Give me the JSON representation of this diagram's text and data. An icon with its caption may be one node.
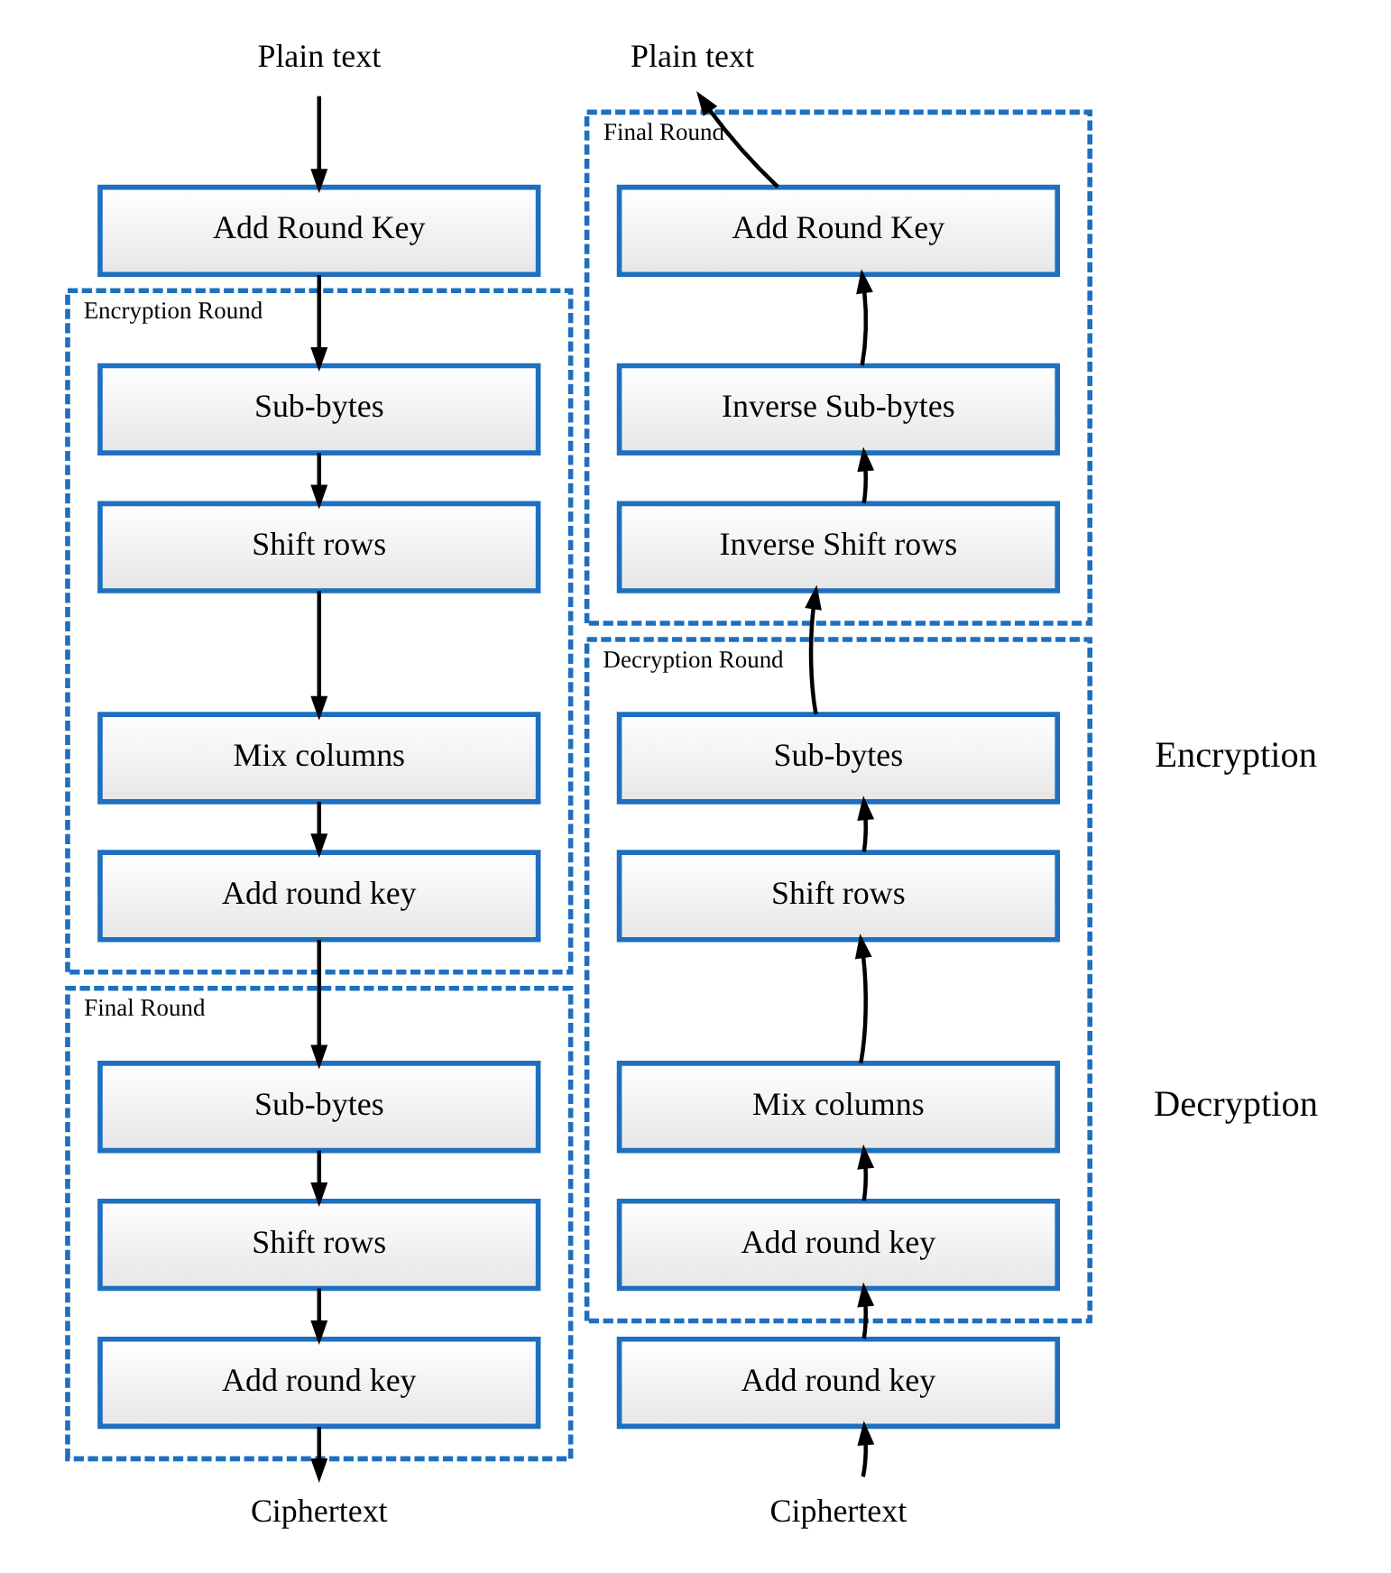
{
  "diagram": {
    "nodes": [
      {
        "text": [
          "Plain text"
        ]
      },
      {
        "text": [
          "Add Round Key"
        ]
      },
      {
        "text": [
          "Encryption Round"
        ]
      },
      {
        "text": [
          "Sub-bytes"
        ],
        "in": 2
      },
      {
        "text": [
          "Shift rows"
        ],
        "in": 2
      },
      {
        "text": [
          "Mix columns"
        ],
        "in": 2
      },
      {
        "text": [
          "Add round key"
        ],
        "in": 2
      },
      {
        "text": [
          "Final Round"
        ]
      },
      {
        "text": [
          "Sub-bytes"
        ],
        "in": 7
      },
      {
        "text": [
          "Shift rows"
        ],
        "in": 7
      },
      {
        "text": [
          "Add round key"
        ],
        "in": 7
      },
      {
        "text": [
          "Ciphertext"
        ]
      },
      {
        "text": [
          "Plain text"
        ]
      },
      {
        "text": [
          "Final Round"
        ]
      },
      {
        "text": [
          "Add Round Key"
        ],
        "in": 13
      },
      {
        "text": [
          "Inverse Sub-bytes"
        ],
        "in": 13
      },
      {
        "text": [
          "Inverse Shift rows"
        ],
        "in": 13
      },
      {
        "text": [
          "Decryption Round"
        ]
      },
      {
        "text": [
          "Sub-bytes"
        ],
        "in": 17
      },
      {
        "text": [
          "Shift rows"
        ],
        "in": 17
      },
      {
        "text": [
          "Mix columns"
        ],
        "in": 17
      },
      {
        "text": [
          "Add round key"
        ],
        "in": 17
      },
      {
        "text": [
          "Add round key"
        ]
      },
      {
        "text": [
          "Ciphertext"
        ]
      }
    ],
    "edges": [
      {
        "from": 0,
        "to": 1,
        "arrow": "to"
      },
      {
        "from": 1,
        "to": 3,
        "arrow": "to"
      },
      {
        "from": 3,
        "to": 4,
        "arrow": "to"
      },
      {
        "from": 4,
        "to": 5,
        "arrow": "to"
      },
      {
        "from": 5,
        "to": 6,
        "arrow": "to"
      },
      {
        "from": 6,
        "to": 8,
        "arrow": "to"
      },
      {
        "from": 8,
        "to": 9,
        "arrow": "to"
      },
      {
        "from": 9,
        "to": 10,
        "arrow": "to"
      },
      {
        "from": 10,
        "to": 11,
        "arrow": "to"
      },
      {
        "from": 23,
        "to": 22,
        "arrow": "to"
      },
      {
        "from": 22,
        "to": 21,
        "arrow": "to"
      },
      {
        "from": 21,
        "to": 20,
        "arrow": "to"
      },
      {
        "from": 20,
        "to": 19,
        "arrow": "to"
      },
      {
        "from": 19,
        "to": 18,
        "arrow": "to"
      },
      {
        "from": 18,
        "to": 16,
        "arrow": "to"
      },
      {
        "from": 16,
        "to": 15,
        "arrow": "to"
      },
      {
        "from": 15,
        "to": 14,
        "arrow": "to"
      },
      {
        "from": 14,
        "to": 12,
        "arrow": "to"
      }
    ],
    "labels": [
      "Encryption",
      "Decryption"
    ]
  }
}
